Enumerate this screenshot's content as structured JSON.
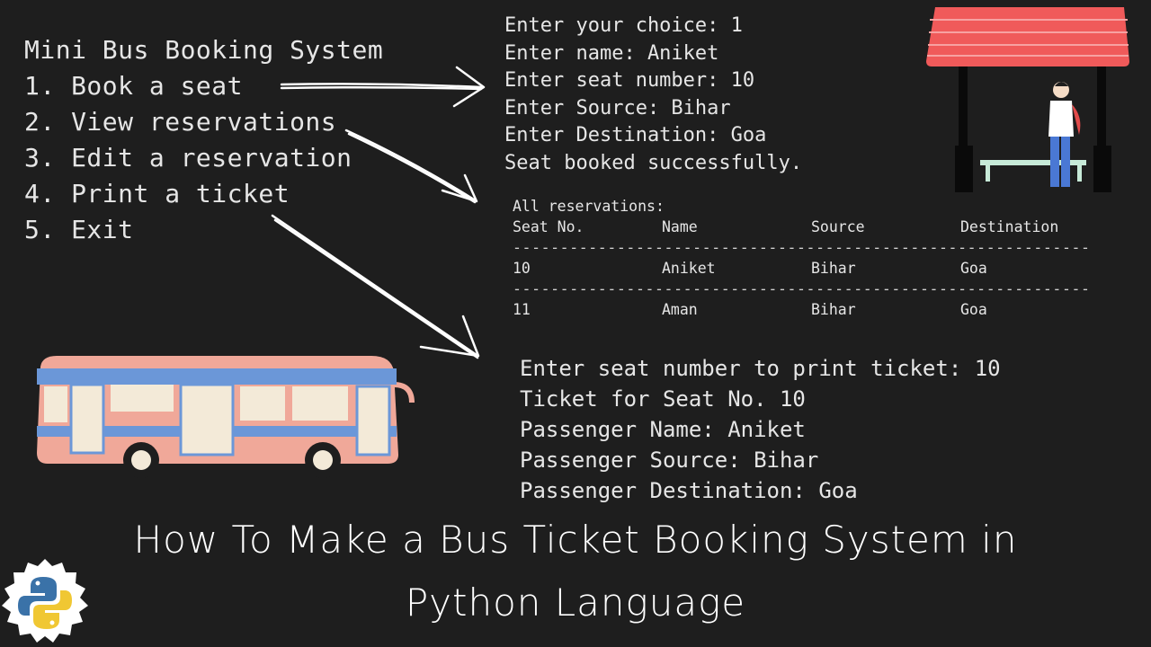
{
  "menu": {
    "title": "Mini Bus Booking System",
    "items": [
      "1. Book a seat",
      "2. View reservations",
      "3. Edit a reservation",
      "4. Print a ticket",
      "5. Exit"
    ]
  },
  "booking_output": [
    "Enter your choice: 1",
    "Enter name: Aniket",
    "Enter seat number: 10",
    "Enter Source: Bihar",
    "Enter Destination: Goa",
    "Seat booked successfully."
  ],
  "reservations": {
    "heading": "All reservations:",
    "columns": [
      "Seat No.",
      "Name",
      "Source",
      "Destination"
    ],
    "separator": "-------------------------------------------------------------",
    "rows": [
      [
        "10",
        "Aniket",
        "Bihar",
        "Goa"
      ],
      [
        "11",
        "Aman",
        "Bihar",
        "Goa"
      ]
    ]
  },
  "ticket_output": [
    "Enter seat number to print ticket: 10",
    "Ticket for Seat No. 10",
    "Passenger Name: Aniket",
    "Passenger Source: Bihar",
    "Passenger Destination: Goa"
  ],
  "caption": {
    "line1": "How To Make a Bus Ticket Booking System in",
    "line2": "Python Language"
  },
  "icons": {
    "bus": "bus-illustration",
    "bus_stop": "bus-stop-illustration",
    "python": "python-logo-icon"
  },
  "colors": {
    "background": "#1e1e1e",
    "bus_body": "#f0a899",
    "bus_stripe": "#6b97d8",
    "stop_roof": "#f05a5a"
  }
}
